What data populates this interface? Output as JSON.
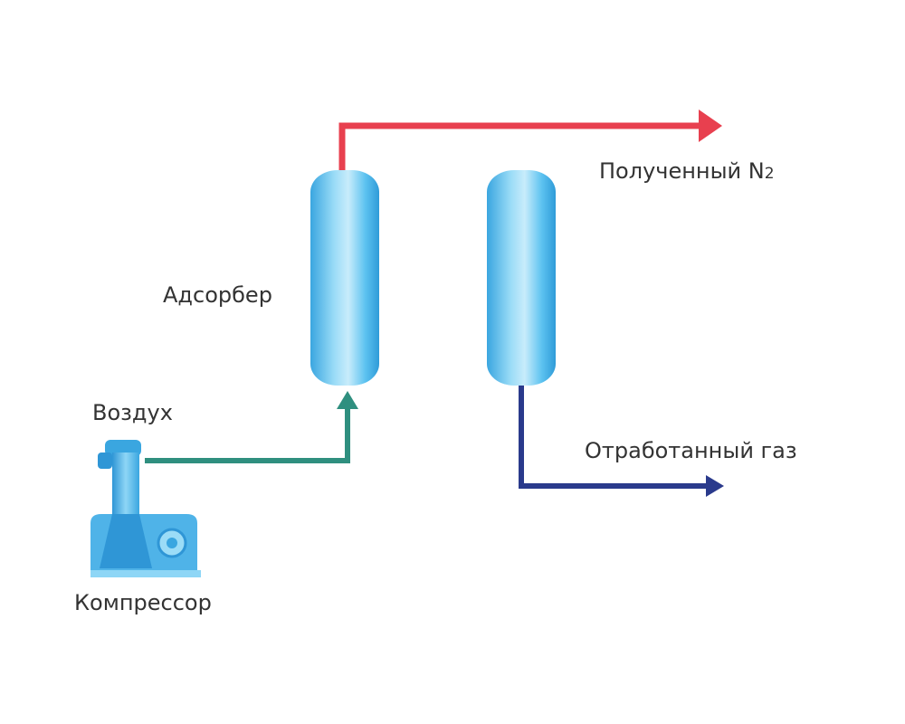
{
  "labels": {
    "adsorber": "Адсорбер",
    "air": "Воздух",
    "compressor": "Компрессор",
    "product_prefix": "Полученный N",
    "product_subscript": "2",
    "waste": "Отработанный газ"
  },
  "colors": {
    "product_flow": "#e8404f",
    "air_flow": "#2f8f7f",
    "waste_flow": "#2a3a8c",
    "vessel_fill": "#5cc2f0",
    "vessel_highlight": "#c8ecfb",
    "compressor_fill": "#4fb3e8"
  }
}
